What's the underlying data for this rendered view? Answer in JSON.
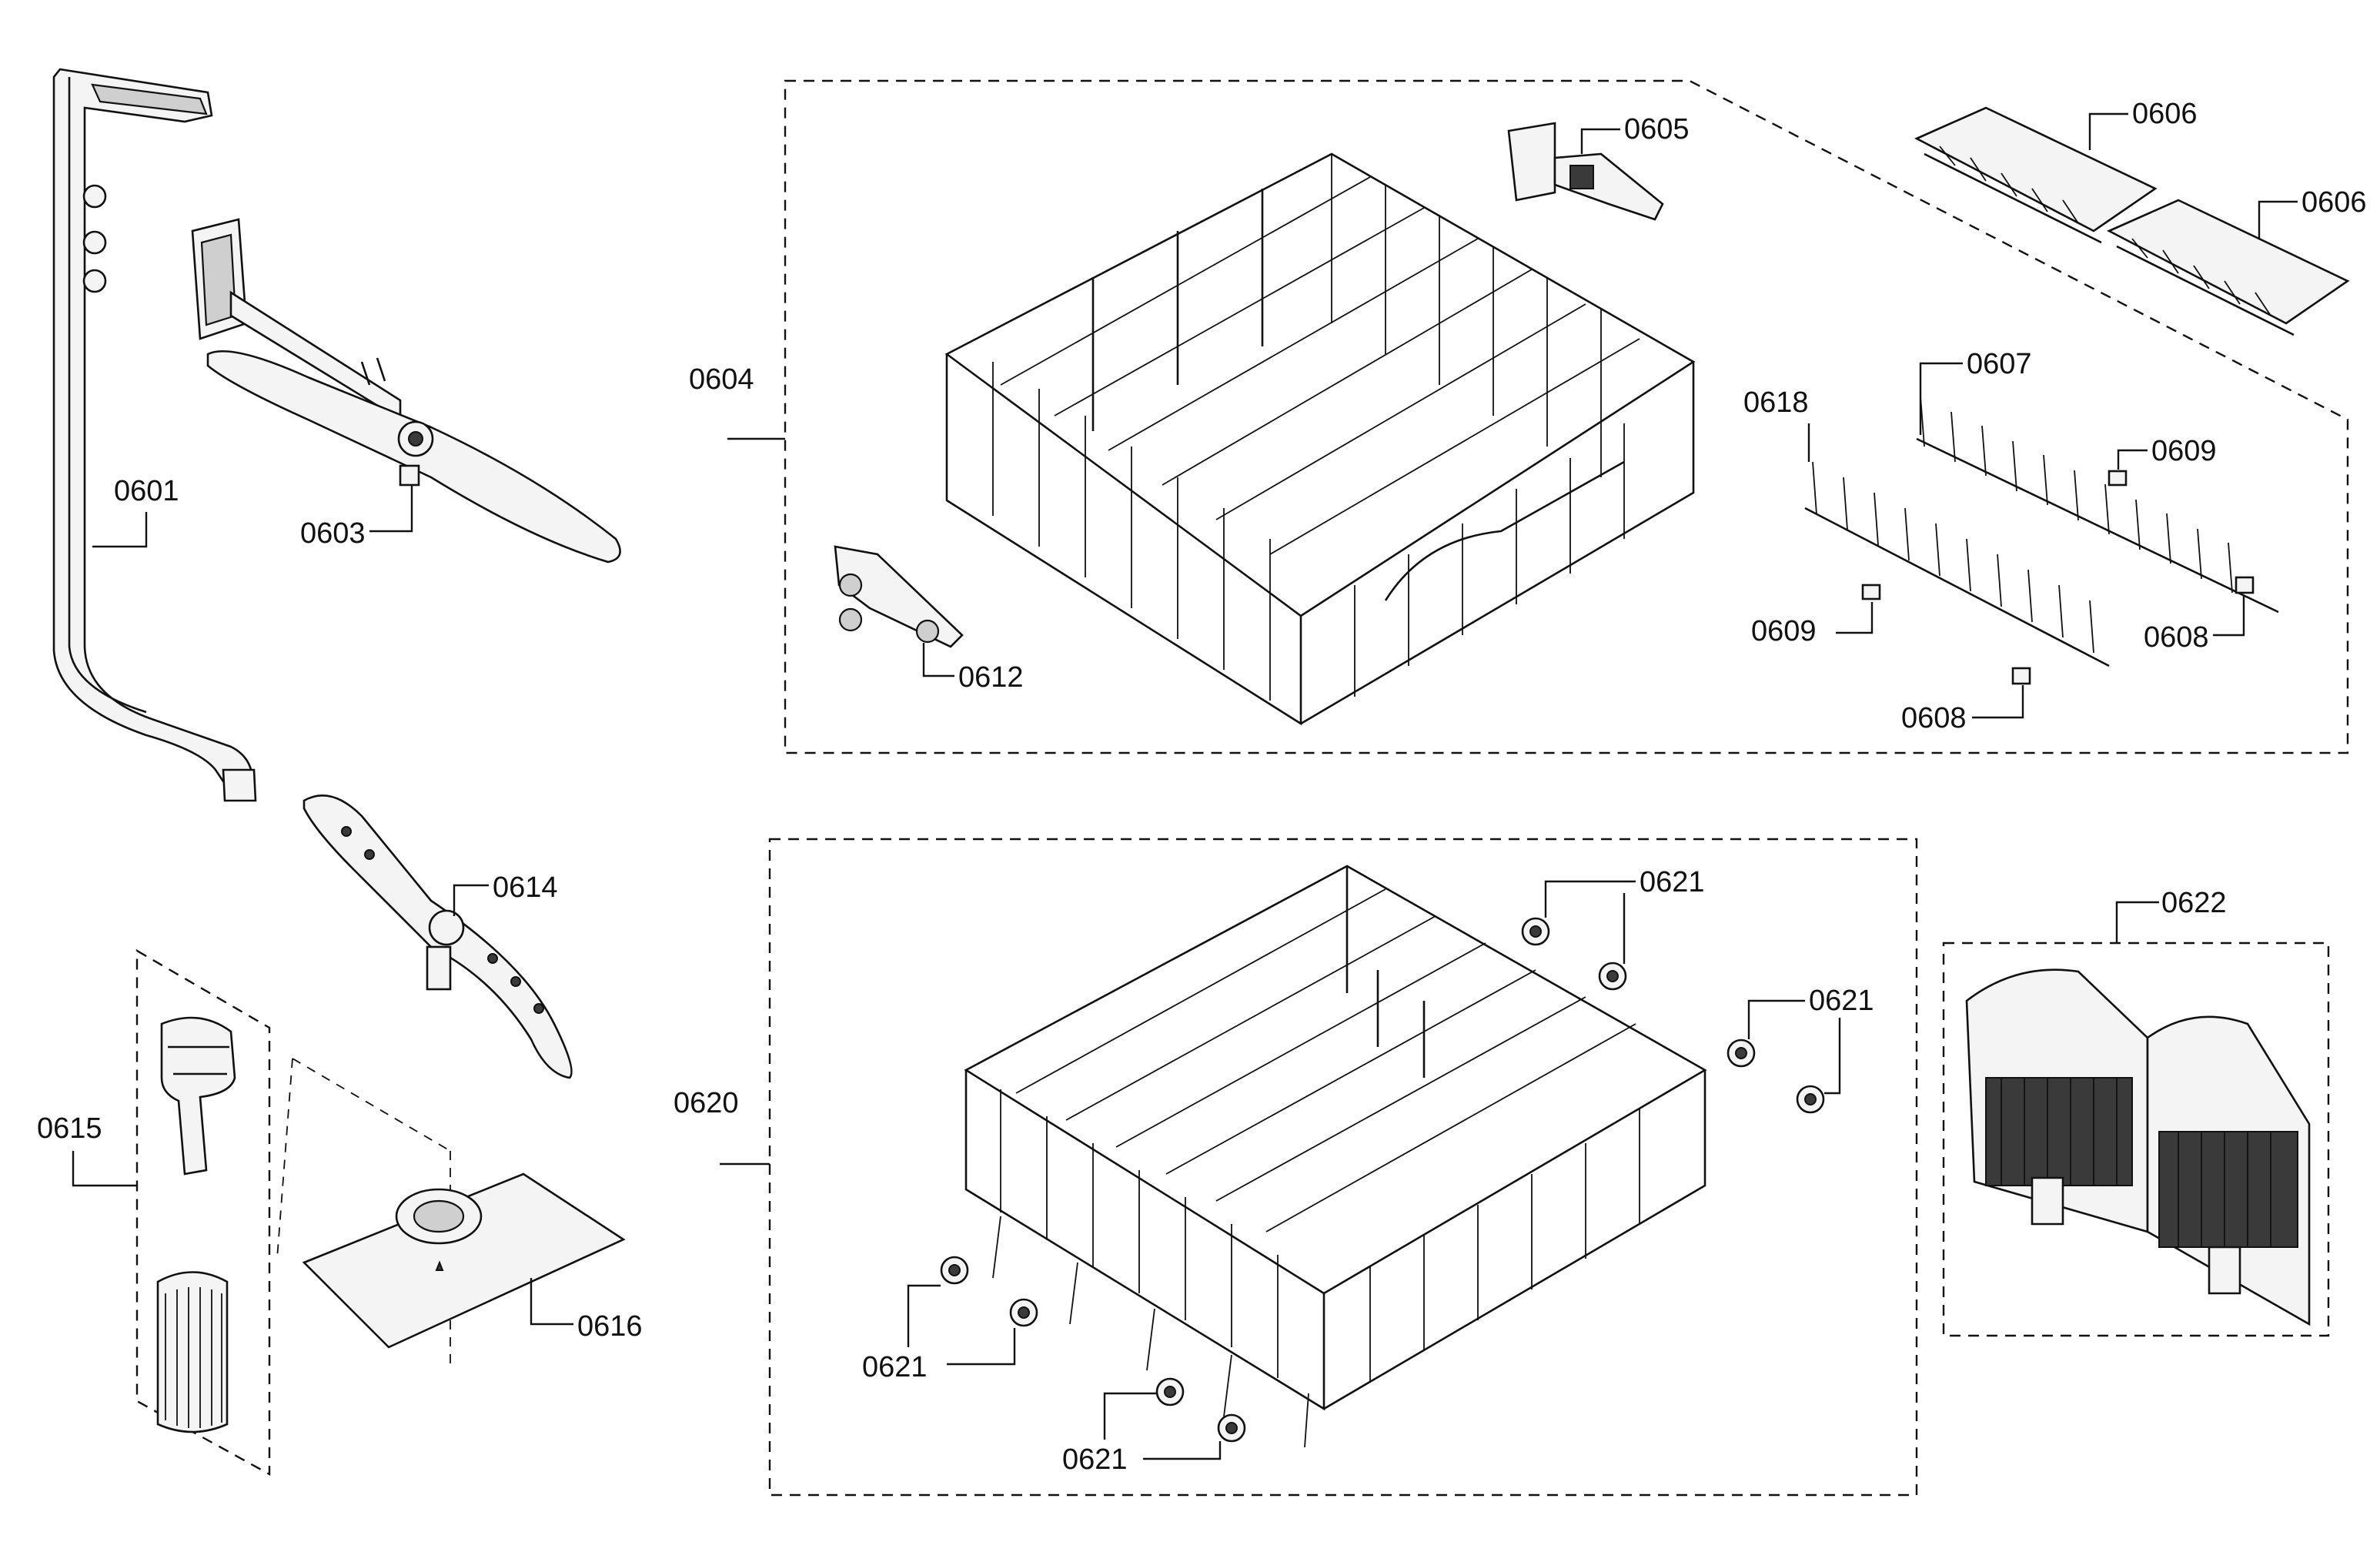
{
  "labels": {
    "l0601": "0601",
    "l0603": "0603",
    "l0604": "0604",
    "l0605": "0605",
    "l0606a": "0606",
    "l0606b": "0606",
    "l0607": "0607",
    "l0608a": "0608",
    "l0608b": "0608",
    "l0609a": "0609",
    "l0609b": "0609",
    "l0612": "0612",
    "l0614": "0614",
    "l0615": "0615",
    "l0616": "0616",
    "l0618": "0618",
    "l0620": "0620",
    "l0621a": "0621",
    "l0621b": "0621",
    "l0621c": "0621",
    "l0621d": "0621",
    "l0622": "0622"
  },
  "colors": {
    "line": "#111111",
    "background": "#ffffff",
    "part_fill": "#f4f4f4",
    "dark_fill": "#3a3a3a"
  }
}
